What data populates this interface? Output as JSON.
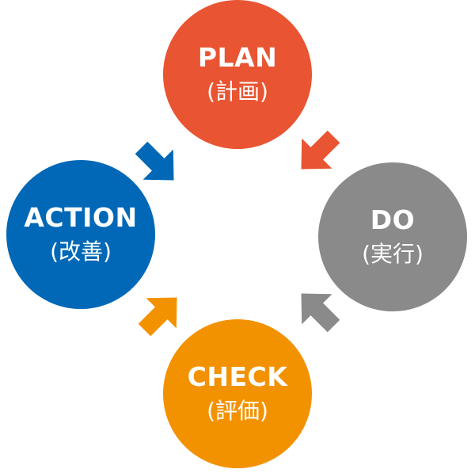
{
  "nodes": {
    "plan": {
      "title": "PLAN",
      "sub": "(計画)",
      "color": "#e95532"
    },
    "do": {
      "title": "DO",
      "sub": "(実行)",
      "color": "#8a8a8a"
    },
    "check": {
      "title": "CHECK",
      "sub": "(評価)",
      "color": "#f39200"
    },
    "action": {
      "title": "ACTION",
      "sub": "(改善)",
      "color": "#0068b7"
    }
  },
  "arrows": {
    "plan_to_do": {
      "color": "#e95532",
      "direction": "down-right"
    },
    "do_to_check": {
      "color": "#8a8a8a",
      "direction": "down-left"
    },
    "check_to_action": {
      "color": "#f39200",
      "direction": "up-left"
    },
    "action_to_plan": {
      "color": "#0068b7",
      "direction": "up-right"
    }
  }
}
